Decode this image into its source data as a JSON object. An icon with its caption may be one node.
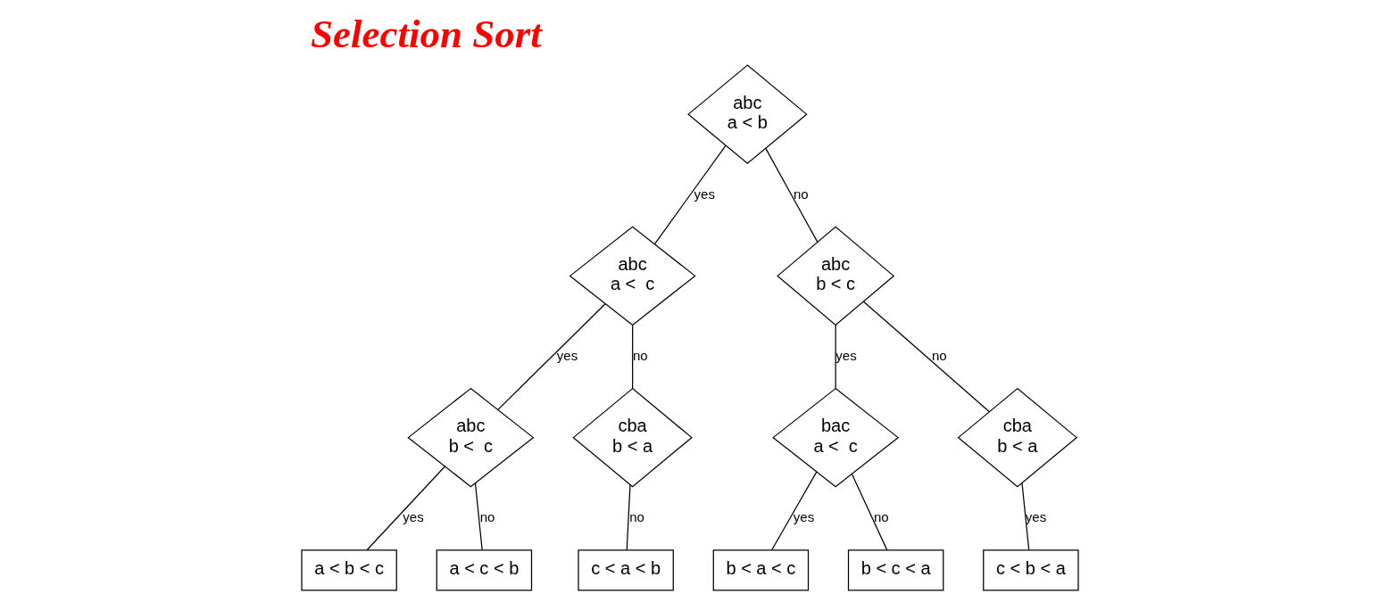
{
  "diagram": {
    "title": "Selection Sort",
    "nodes": [
      {
        "text": [
          "abc",
          "a < b"
        ]
      },
      {
        "text": [
          "abc",
          "a <  c"
        ]
      },
      {
        "text": [
          "abc",
          "b <  c"
        ]
      },
      {
        "text": [
          "a < b < c"
        ]
      },
      {
        "text": [
          "a < c < b"
        ]
      },
      {
        "text": [
          "cba",
          "b < a"
        ]
      },
      {
        "text": [
          "c < a < b"
        ]
      },
      {
        "text": [
          "abc",
          "b < c"
        ]
      },
      {
        "text": [
          "bac",
          "a <  c"
        ]
      },
      {
        "text": [
          "b < a < c"
        ]
      },
      {
        "text": [
          "b < c < a"
        ]
      },
      {
        "text": [
          "cba",
          "b < a"
        ]
      },
      {
        "text": [
          "c < b < a"
        ]
      }
    ],
    "edges": [
      {
        "from": 0,
        "to": 1,
        "arrow": "none",
        "label": "yes"
      },
      {
        "from": 0,
        "to": 7,
        "arrow": "none",
        "label": "no"
      },
      {
        "from": 1,
        "to": 2,
        "arrow": "none",
        "label": "yes"
      },
      {
        "from": 1,
        "to": 5,
        "arrow": "none",
        "label": "no"
      },
      {
        "from": 2,
        "to": 3,
        "arrow": "none",
        "label": "yes"
      },
      {
        "from": 2,
        "to": 4,
        "arrow": "none",
        "label": "no"
      },
      {
        "from": 5,
        "to": 6,
        "arrow": "none",
        "label": "no"
      },
      {
        "from": 7,
        "to": 8,
        "arrow": "none",
        "label": "yes"
      },
      {
        "from": 7,
        "to": 11,
        "arrow": "none",
        "label": "no"
      },
      {
        "from": 8,
        "to": 9,
        "arrow": "none",
        "label": "yes"
      },
      {
        "from": 8,
        "to": 10,
        "arrow": "none",
        "label": "no"
      },
      {
        "from": 11,
        "to": 12,
        "arrow": "none",
        "label": "yes"
      }
    ]
  }
}
